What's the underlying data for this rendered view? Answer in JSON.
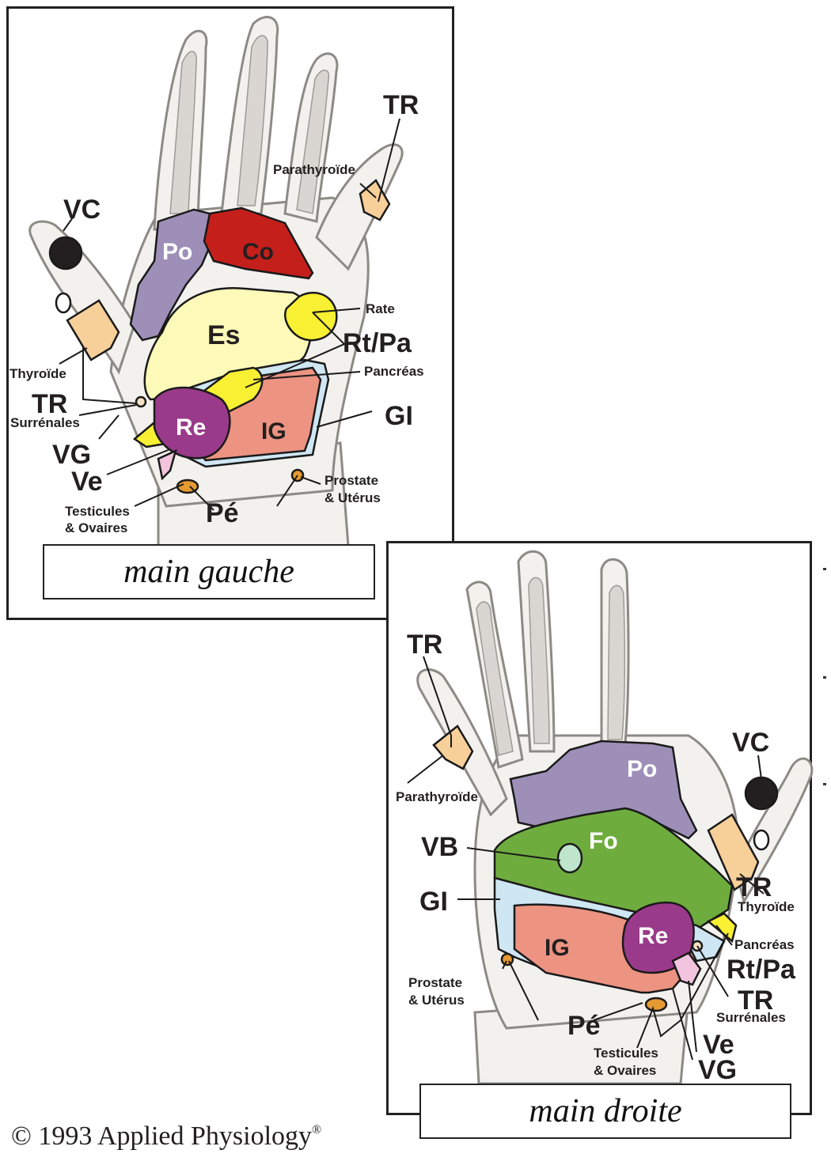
{
  "title": "Hand reflex points chart",
  "colors": {
    "Po": "#9d8fb8",
    "Co": "#c41f1b",
    "Es": "#fdf9b8",
    "Rate": "#f8f032",
    "Pancreas": "#f8f032",
    "Re": "#9a3a8a",
    "IG": "#ec9382",
    "GI": "#cfe6f3",
    "Fo": "#6fac3e",
    "VB": "#bfe6cc",
    "TR_thyroid": "#f7cf99",
    "VC": "#231f20",
    "Pe": "#e69a32",
    "Ve": "#f2c4dd"
  },
  "left_panel": {
    "caption": "main gauche",
    "labels": {
      "tr_top": "TR",
      "parathyroide": "Parathyroïde",
      "vc": "VC",
      "po": "Po",
      "co": "Co",
      "rate": "Rate",
      "es": "Es",
      "rtpa": "Rt/Pa",
      "pancreas": "Pancréas",
      "thyroide": "Thyroïde",
      "tr_mid": "TR",
      "surrenales": "Surrénales",
      "re": "Re",
      "ig": "IG",
      "gi": "GI",
      "vg": "VG",
      "ve": "Ve",
      "prostate": "Prostate",
      "uterus": "& Utérus",
      "testicules": "Testicules",
      "ovaires": "& Ovaires",
      "pe": "Pé"
    }
  },
  "right_panel": {
    "caption": "main droite",
    "labels": {
      "tr_top": "TR",
      "parathyroide": "Parathyroïde",
      "vc": "VC",
      "po": "Po",
      "fo": "Fo",
      "vb": "VB",
      "gi": "GI",
      "ig": "IG",
      "re": "Re",
      "tr_mid": "TR",
      "thyroide": "Thyroïde",
      "pancreas": "Pancréas",
      "rtpa": "Rt/Pa",
      "tr_low": "TR",
      "surrenales": "Surrénales",
      "prostate": "Prostate",
      "uterus": "& Utérus",
      "pe": "Pé",
      "testicules": "Testicules",
      "ovaires": "& Ovaires",
      "ve": "Ve",
      "vg": "VG"
    }
  },
  "footer": {
    "copyright_symbol": "©",
    "copyright_text": "1993 Applied Physiology",
    "registered": "®"
  }
}
